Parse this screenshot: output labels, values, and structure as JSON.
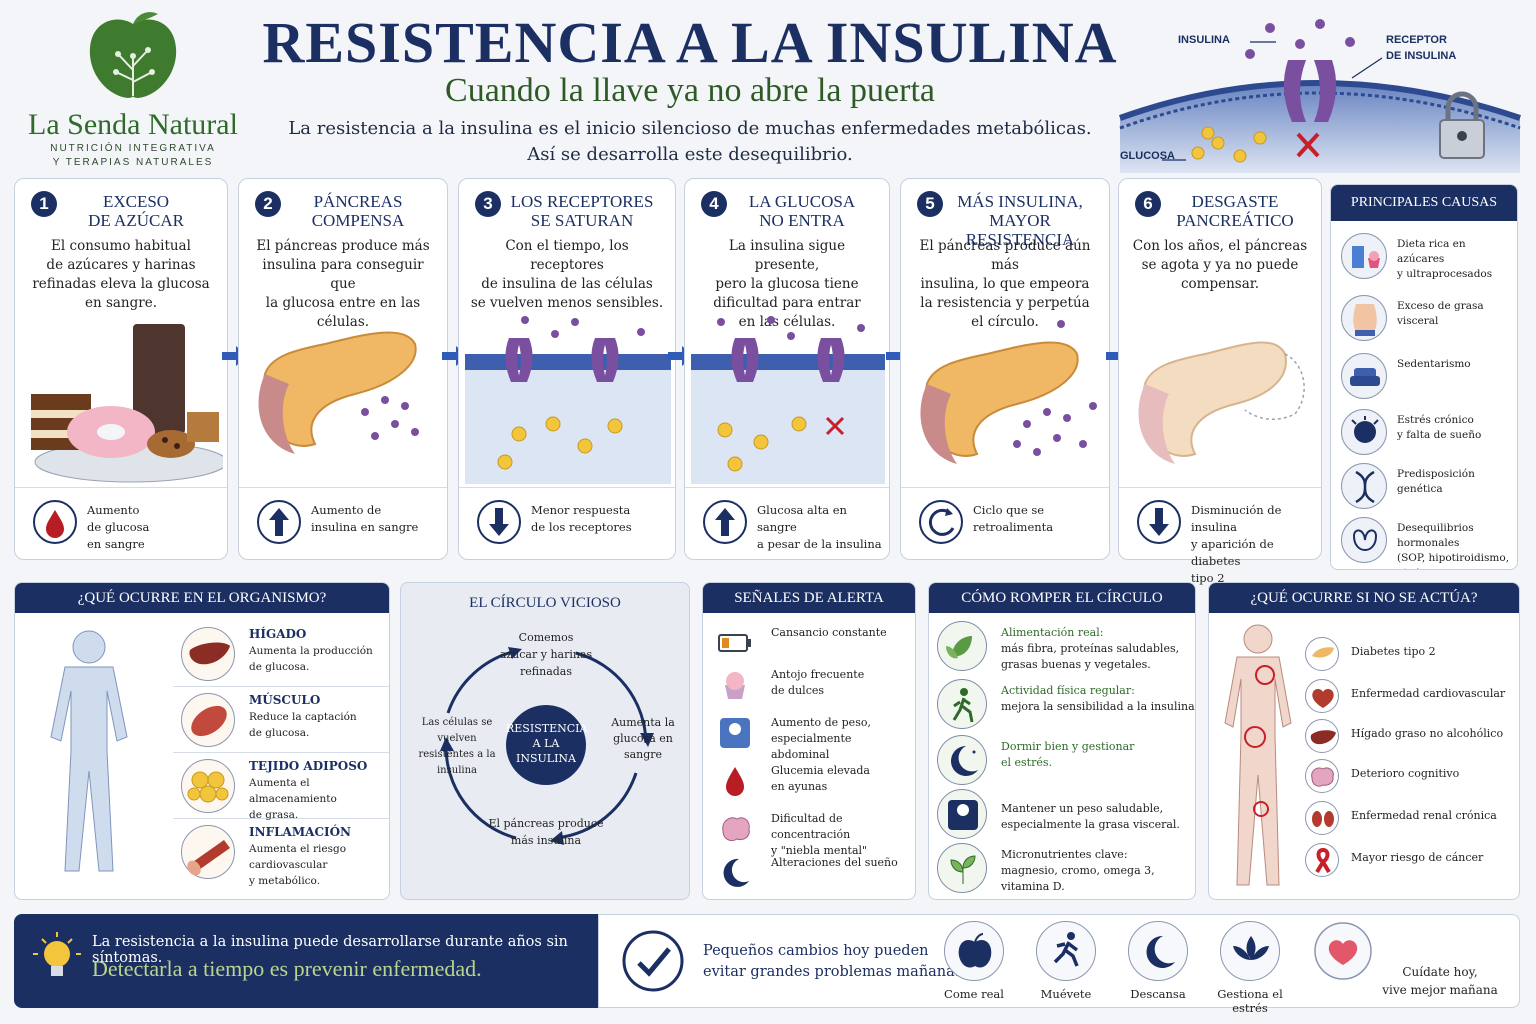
{
  "header": {
    "brand": "La Senda Natural",
    "brand_tag_1": "NUTRICIÓN INTEGRATIVA",
    "brand_tag_2": "Y TERAPIAS NATURALES",
    "title": "RESISTENCIA A LA INSULINA",
    "subtitle": "Cuando la llave ya no abre la puerta",
    "intro_1": "La resistencia a la insulina es el inicio silencioso de muchas enfermedades metabólicas.",
    "intro_2": "Así se desarrolla este desequilibrio."
  },
  "diagram": {
    "insulina": "INSULINA",
    "receptor_1": "RECEPTOR",
    "receptor_2": "DE INSULINA",
    "glucosa": "GLUCOSA"
  },
  "steps": [
    {
      "num": "1",
      "title_1": "EXCESO",
      "title_2": "DE AZÚCAR",
      "desc_1": "El consumo habitual",
      "desc_2": "de azúcares y harinas",
      "desc_3": "refinadas eleva la glucosa",
      "desc_4": "en sangre.",
      "foot_1": "Aumento",
      "foot_2": "de glucosa",
      "foot_3": "en sangre"
    },
    {
      "num": "2",
      "title_1": "PÁNCREAS",
      "title_2": "COMPENSA",
      "desc_1": "El páncreas produce más",
      "desc_2": "insulina para conseguir que",
      "desc_3": "la glucosa entre en las células.",
      "desc_4": "",
      "foot_1": "Aumento de",
      "foot_2": "insulina en sangre",
      "foot_3": ""
    },
    {
      "num": "3",
      "title_1": "LOS RECEPTORES",
      "title_2": "SE SATURAN",
      "desc_1": "Con el tiempo, los receptores",
      "desc_2": "de insulina de las células",
      "desc_3": "se vuelven menos sensibles.",
      "desc_4": "",
      "foot_1": "Menor respuesta",
      "foot_2": "de los receptores",
      "foot_3": ""
    },
    {
      "num": "4",
      "title_1": "LA GLUCOSA",
      "title_2": "NO ENTRA",
      "desc_1": "La insulina sigue presente,",
      "desc_2": "pero la glucosa tiene",
      "desc_3": "dificultad para entrar",
      "desc_4": "en las células.",
      "foot_1": "Glucosa alta en sangre",
      "foot_2": "a pesar de la insulina",
      "foot_3": ""
    },
    {
      "num": "5",
      "title_1": "MÁS INSULINA,",
      "title_2": "MAYOR RESISTENCIA",
      "desc_1": "El páncreas produce aún más",
      "desc_2": "insulina, lo que empeora",
      "desc_3": "la resistencia y perpetúa",
      "desc_4": "el círculo.",
      "foot_1": "Ciclo que se",
      "foot_2": "retroalimenta",
      "foot_3": ""
    },
    {
      "num": "6",
      "title_1": "DESGASTE",
      "title_2": "PANCREÁTICO",
      "desc_1": "Con los años, el páncreas",
      "desc_2": "se agota y ya no puede",
      "desc_3": "compensar.",
      "desc_4": "",
      "foot_1": "Disminución de insulina",
      "foot_2": "y aparición de diabetes",
      "foot_3": "tipo 2"
    }
  ],
  "causes": {
    "title": "PRINCIPALES CAUSAS",
    "items": [
      {
        "l1": "Dieta rica en azúcares",
        "l2": "y ultraprocesados"
      },
      {
        "l1": "Exceso de grasa visceral",
        "l2": ""
      },
      {
        "l1": "Sedentarismo",
        "l2": ""
      },
      {
        "l1": "Estrés crónico",
        "l2": "y falta de sueño"
      },
      {
        "l1": "Predisposición genética",
        "l2": ""
      },
      {
        "l1": "Desequilibrios hormonales",
        "l2": "(SOP, hipotiroidismo, etc.)"
      }
    ]
  },
  "organism": {
    "title": "¿QUÉ OCURRE EN EL ORGANISMO?",
    "items": [
      {
        "name": "HÍGADO",
        "d1": "Aumenta la producción",
        "d2": "de glucosa."
      },
      {
        "name": "MÚSCULO",
        "d1": "Reduce la captación",
        "d2": "de glucosa."
      },
      {
        "name": "TEJIDO ADIPOSO",
        "d1": "Aumenta el almacenamiento",
        "d2": "de grasa."
      },
      {
        "name": "INFLAMACIÓN",
        "d1": "Aumenta el riesgo cardiovascular",
        "d2": "y metabólico."
      }
    ]
  },
  "cycle": {
    "title": "EL CÍRCULO VICIOSO",
    "center_1": "RESISTENCIA",
    "center_2": "A LA",
    "center_3": "INSULINA",
    "top_1": "Comemos",
    "top_2": "azúcar y harinas",
    "top_3": "refinadas",
    "right_1": "Aumenta la",
    "right_2": "glucosa en sangre",
    "bottom_1": "El páncreas produce",
    "bottom_2": "más insulina",
    "left_1": "Las células se vuelven",
    "left_2": "resistentes a la insulina"
  },
  "signals": {
    "title": "SEÑALES DE ALERTA",
    "items": [
      {
        "l1": "Cansancio constante",
        "l2": ""
      },
      {
        "l1": "Antojo frecuente",
        "l2": "de dulces"
      },
      {
        "l1": "Aumento de peso,",
        "l2": "especialmente abdominal"
      },
      {
        "l1": "Glucemia elevada",
        "l2": "en ayunas"
      },
      {
        "l1": "Dificultad de concentración",
        "l2": "y \"niebla mental\""
      },
      {
        "l1": "Alteraciones del sueño",
        "l2": ""
      }
    ]
  },
  "breaking": {
    "title": "CÓMO ROMPER EL CÍRCULO",
    "items": [
      {
        "g": "Alimentación real:",
        "l2": "más fibra, proteínas saludables,",
        "l3": "grasas buenas y vegetales."
      },
      {
        "g": "Actividad física regular:",
        "l2": "mejora la sensibilidad a la insulina.",
        "l3": ""
      },
      {
        "g": "Dormir bien y gestionar",
        "l2": "el estrés.",
        "l3": ""
      },
      {
        "g": "",
        "l2": "Mantener un peso saludable,",
        "l3": "especialmente la grasa visceral."
      },
      {
        "g": "",
        "l2": "Micronutrientes clave:",
        "l3": "magnesio, cromo, omega 3,",
        "l4": "vitamina D."
      }
    ]
  },
  "consequences": {
    "title": "¿QUÉ OCURRE SI NO SE ACTÚA?",
    "items": [
      "Diabetes tipo 2",
      "Enfermedad cardiovascular",
      "Hígado graso no alcohólico",
      "Deterioro cognitivo",
      "Enfermedad renal crónica",
      "Mayor riesgo de cáncer"
    ]
  },
  "footer": {
    "left_1": "La resistencia a la insulina puede desarrollarse durante años sin síntomas.",
    "left_2": "Detectarla a tiempo es prevenir enfermedad.",
    "right_1": "Pequeños cambios hoy pueden",
    "right_2": "evitar grandes problemas mañana.",
    "habits": [
      "Come real",
      "Muévete",
      "Descansa",
      "Gestiona el estrés"
    ],
    "closing_1": "Cuídate hoy,",
    "closing_2": "vive mejor mañana"
  },
  "colors": {
    "navy": "#1b2f63",
    "green": "#2e6b28",
    "insulin": "#7a4fa0",
    "glucose": "#f2c53d",
    "alert": "#c8202a"
  }
}
